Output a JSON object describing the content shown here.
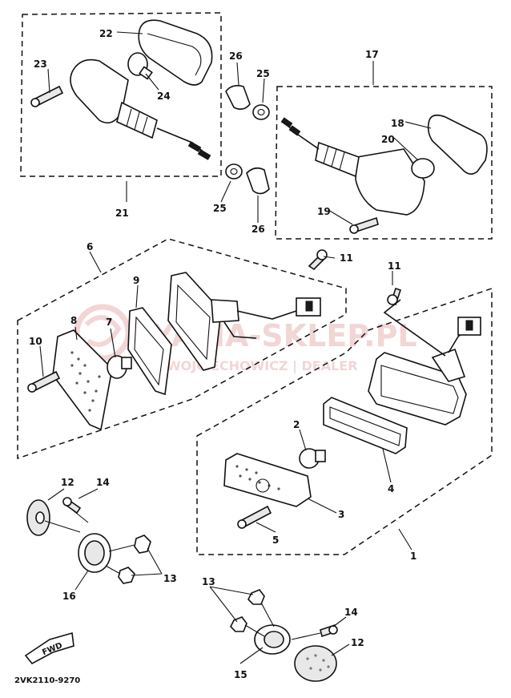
{
  "watermark": {
    "brand": "YAMA-SKLEP.PL",
    "subtitle": "WOJCIECHOWICZ | DEALER"
  },
  "fwd_label": "FWD",
  "diagram_code": "2VK2110-9270",
  "callouts": {
    "c1": "1",
    "c2": "2",
    "c3": "3",
    "c4": "4",
    "c5": "5",
    "c6": "6",
    "c7": "7",
    "c8": "8",
    "c9": "9",
    "c10": "10",
    "c11a": "11",
    "c11b": "11",
    "c12a": "12",
    "c12b": "12",
    "c13a": "13",
    "c13b": "13",
    "c14a": "14",
    "c14b": "14",
    "c15": "15",
    "c16": "16",
    "c17": "17",
    "c18": "18",
    "c19": "19",
    "c20": "20",
    "c21": "21",
    "c22": "22",
    "c23": "23",
    "c24": "24",
    "c25a": "25",
    "c25b": "25",
    "c26a": "26",
    "c26b": "26"
  },
  "colors": {
    "line": "#111111",
    "watermark": "#e9b3b3"
  }
}
